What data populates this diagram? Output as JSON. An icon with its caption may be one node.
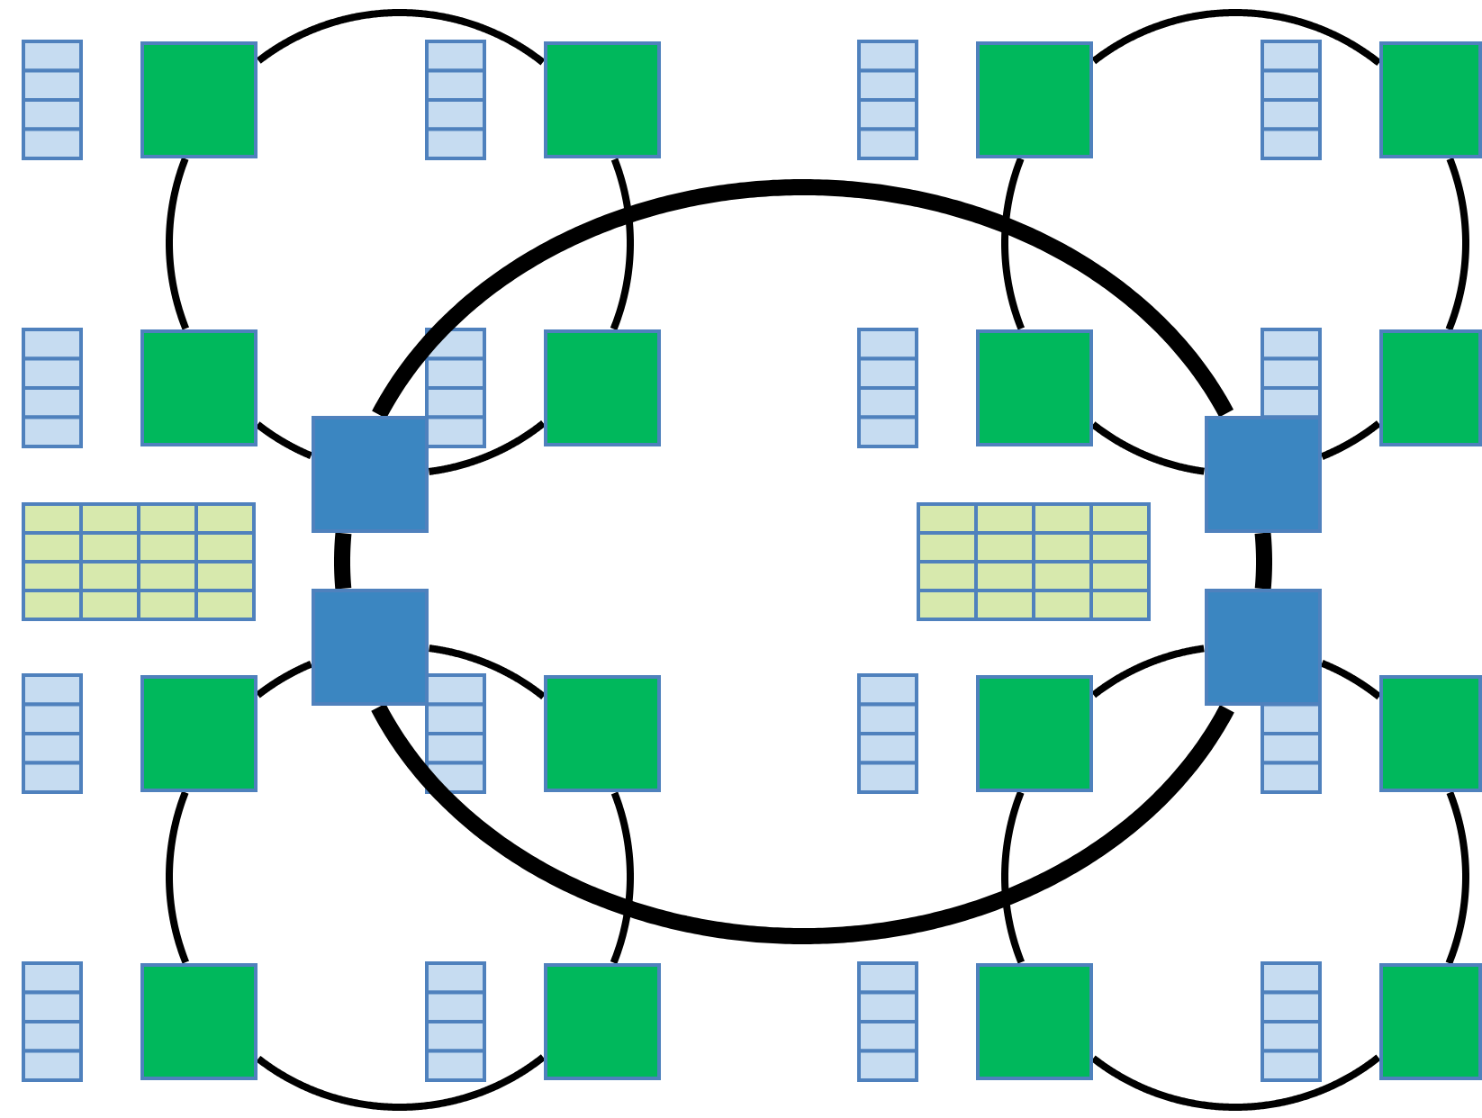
{
  "diagram": {
    "nodes": [
      {
        "text": [],
        "shape": "box"
      },
      {
        "text": [],
        "shape": "box"
      },
      {
        "text": [],
        "shape": "box"
      },
      {
        "text": [],
        "shape": "box"
      },
      {
        "text": [],
        "shape": "box"
      },
      {
        "text": [],
        "shape": "box"
      },
      {
        "text": [],
        "shape": "box"
      },
      {
        "text": [],
        "shape": "box"
      },
      {
        "text": [],
        "shape": "box"
      },
      {
        "text": [],
        "shape": "box"
      },
      {
        "text": [],
        "shape": "box"
      },
      {
        "text": [],
        "shape": "box"
      },
      {
        "text": [],
        "shape": "box"
      },
      {
        "text": [],
        "shape": "box"
      },
      {
        "text": [],
        "shape": "box"
      },
      {
        "text": [],
        "shape": "box"
      },
      {
        "text": [],
        "shape": "box"
      },
      {
        "text": [],
        "shape": "box"
      },
      {
        "text": [],
        "shape": "box"
      },
      {
        "text": [],
        "shape": "box"
      }
    ],
    "edges": [
      {
        "from": 0,
        "to": 1,
        "arrow": "none"
      },
      {
        "from": 1,
        "to": 5,
        "arrow": "none"
      },
      {
        "from": 5,
        "to": 8,
        "arrow": "none"
      },
      {
        "from": 8,
        "to": 4,
        "arrow": "none"
      },
      {
        "from": 4,
        "to": 0,
        "arrow": "none"
      },
      {
        "from": 2,
        "to": 3,
        "arrow": "none"
      },
      {
        "from": 3,
        "to": 7,
        "arrow": "none"
      },
      {
        "from": 7,
        "to": 9,
        "arrow": "none"
      },
      {
        "from": 9,
        "to": 6,
        "arrow": "none"
      },
      {
        "from": 6,
        "to": 2,
        "arrow": "none"
      },
      {
        "from": 10,
        "to": 13,
        "arrow": "none"
      },
      {
        "from": 13,
        "to": 17,
        "arrow": "none"
      },
      {
        "from": 17,
        "to": 16,
        "arrow": "none"
      },
      {
        "from": 16,
        "to": 12,
        "arrow": "none"
      },
      {
        "from": 12,
        "to": 10,
        "arrow": "none"
      },
      {
        "from": 11,
        "to": 15,
        "arrow": "none"
      },
      {
        "from": 15,
        "to": 19,
        "arrow": "none"
      },
      {
        "from": 19,
        "to": 18,
        "arrow": "none"
      },
      {
        "from": 18,
        "to": 14,
        "arrow": "none"
      },
      {
        "from": 14,
        "to": 11,
        "arrow": "none"
      },
      {
        "from": 8,
        "to": 9,
        "arrow": "none",
        "style": "thick"
      },
      {
        "from": 9,
        "to": 11,
        "arrow": "none",
        "style": "thick"
      },
      {
        "from": 11,
        "to": 10,
        "arrow": "none",
        "style": "thick"
      },
      {
        "from": 10,
        "to": 8,
        "arrow": "none",
        "style": "thick"
      }
    ]
  }
}
